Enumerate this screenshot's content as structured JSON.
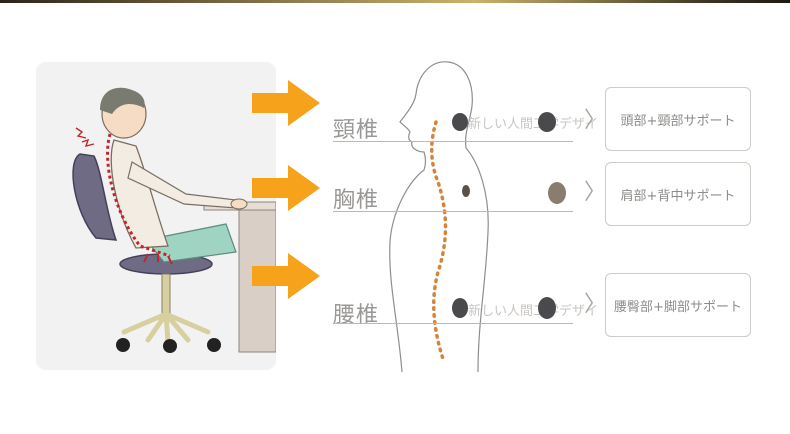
{
  "spine_regions": [
    {
      "label": "頸椎",
      "support": "頭部+頸部サポート",
      "faded_text": "新しい人間工学デザイ"
    },
    {
      "label": "胸椎",
      "support": "肩部+背中サポート",
      "faded_text": ""
    },
    {
      "label": "腰椎",
      "support": "腰臀部+脚部サポート",
      "faded_text": "新しい人間工学デザイ"
    }
  ],
  "colors": {
    "arrow": "#f7a21b",
    "spine_dots": "#d5843e",
    "pain_dots": "#c0262b",
    "chevron": "#a9a7a4",
    "label": "#9a9896"
  }
}
